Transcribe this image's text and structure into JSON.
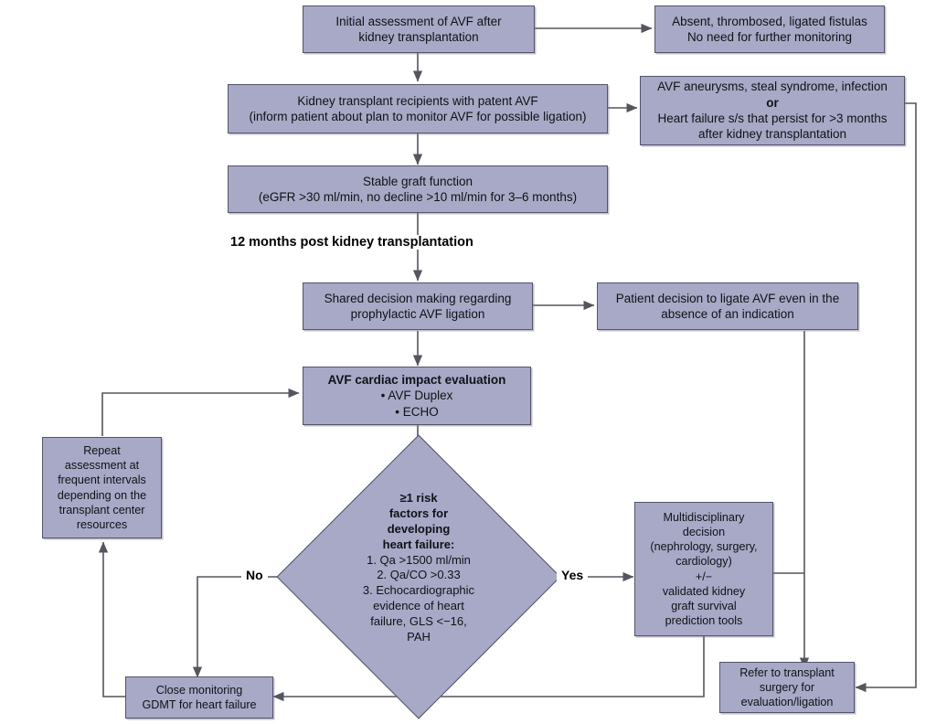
{
  "diagram": {
    "title": "AVF management algorithm after kidney transplantation",
    "type": "flowchart",
    "colors": {
      "node_fill": "#a7a9c6",
      "node_border": "#53536b",
      "edge": "#55555f",
      "text": "#111118",
      "background": "#ffffff"
    },
    "nodes": {
      "initial_assessment": {
        "line1": "Initial assessment of AVF after",
        "line2": "kidney transplantation"
      },
      "absent_fistulas": {
        "line1": "Absent, thrombosed, ligated fistulas",
        "line2": "No need for further monitoring"
      },
      "patent_avf": {
        "line1": "Kidney transplant recipients with patent AVF",
        "line2": "(inform patient about plan to monitor AVF for possible ligation)"
      },
      "complications": {
        "line1": "AVF aneurysms, steal syndrome, infection",
        "line2": "or",
        "line3": "Heart failure s/s that persist for >3 months",
        "line4": "after kidney transplantation"
      },
      "stable_graft": {
        "line1": "Stable graft function",
        "line2": "(eGFR >30 ml/min, no decline >10 ml/min for 3–6 months)"
      },
      "shared_decision": {
        "line1": "Shared decision making regarding",
        "line2": "prophylactic AVF ligation"
      },
      "patient_decision": {
        "line1": "Patient decision to ligate AVF even in the",
        "line2": "absence of an indication"
      },
      "cardiac_eval": {
        "heading": "AVF cardiac impact evaluation",
        "bullet1": "• AVF Duplex",
        "bullet2": "• ECHO"
      },
      "repeat_assessment": {
        "line1": "Repeat",
        "line2": "assessment at",
        "line3": "frequent intervals",
        "line4": "depending on the",
        "line5": "transplant center",
        "line6": "resources"
      },
      "risk_diamond": {
        "heading1": "≥1 risk",
        "heading2": "factors for",
        "heading3": "developing",
        "heading4": "heart failure:",
        "item1": "1. Qa >1500 ml/min",
        "item2": "2. Qa/CO >0.33",
        "item3": "3. Echocardiographic",
        "item4": "evidence of heart",
        "item5": "failure, GLS <−16,",
        "item6": "PAH"
      },
      "multidisciplinary": {
        "line1": "Multidisciplinary",
        "line2": "decision",
        "line3": "(nephrology, surgery,",
        "line4": "cardiology)",
        "line5": "+/−",
        "line6": "validated kidney",
        "line7": "graft survival",
        "line8": "prediction tools"
      },
      "refer_surgery": {
        "line1": "Refer to transplant",
        "line2": "surgery for",
        "line3": "evaluation/ligation"
      },
      "close_monitoring": {
        "line1": "Close monitoring",
        "line2": "GDMT for heart failure"
      }
    },
    "edge_labels": {
      "twelve_months": "12 months post kidney transplantation",
      "no": "No",
      "yes": "Yes"
    }
  }
}
